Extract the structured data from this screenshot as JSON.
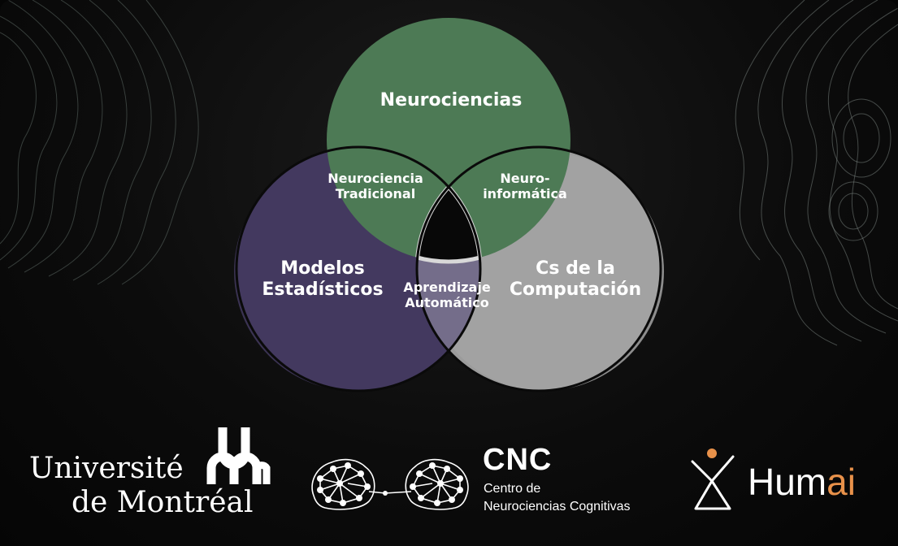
{
  "diagram": {
    "circles": [
      {
        "id": "neurociencias",
        "label": "Neurociencias",
        "fill": "#4d7a55"
      },
      {
        "id": "modelos",
        "label": "Modelos\nEstadísticos",
        "fill": "#43395f"
      },
      {
        "id": "computacion",
        "label": "Cs de la\nComputación",
        "fill": "#a3a3a3"
      }
    ],
    "intersections": [
      {
        "id": "neuro-tradicional",
        "label": "Neurociencia\nTradicional"
      },
      {
        "id": "neuroinformatica",
        "label": "Neuro-\ninformática"
      },
      {
        "id": "aprendizaje",
        "label": "Aprendizaje\nAutomático"
      }
    ],
    "center_fill": "#080808",
    "outline_color": "#0a0a0a"
  },
  "logos": {
    "udem": {
      "line1": "Université",
      "line2": "de Montréal"
    },
    "cnc": {
      "title": "CNC",
      "subtitle_line1": "Centro de",
      "subtitle_line2": "Neurociencias Cognitivas"
    },
    "humai": {
      "text_main": "Hum",
      "text_accent": "ai",
      "accent_color": "#e8914a"
    }
  }
}
